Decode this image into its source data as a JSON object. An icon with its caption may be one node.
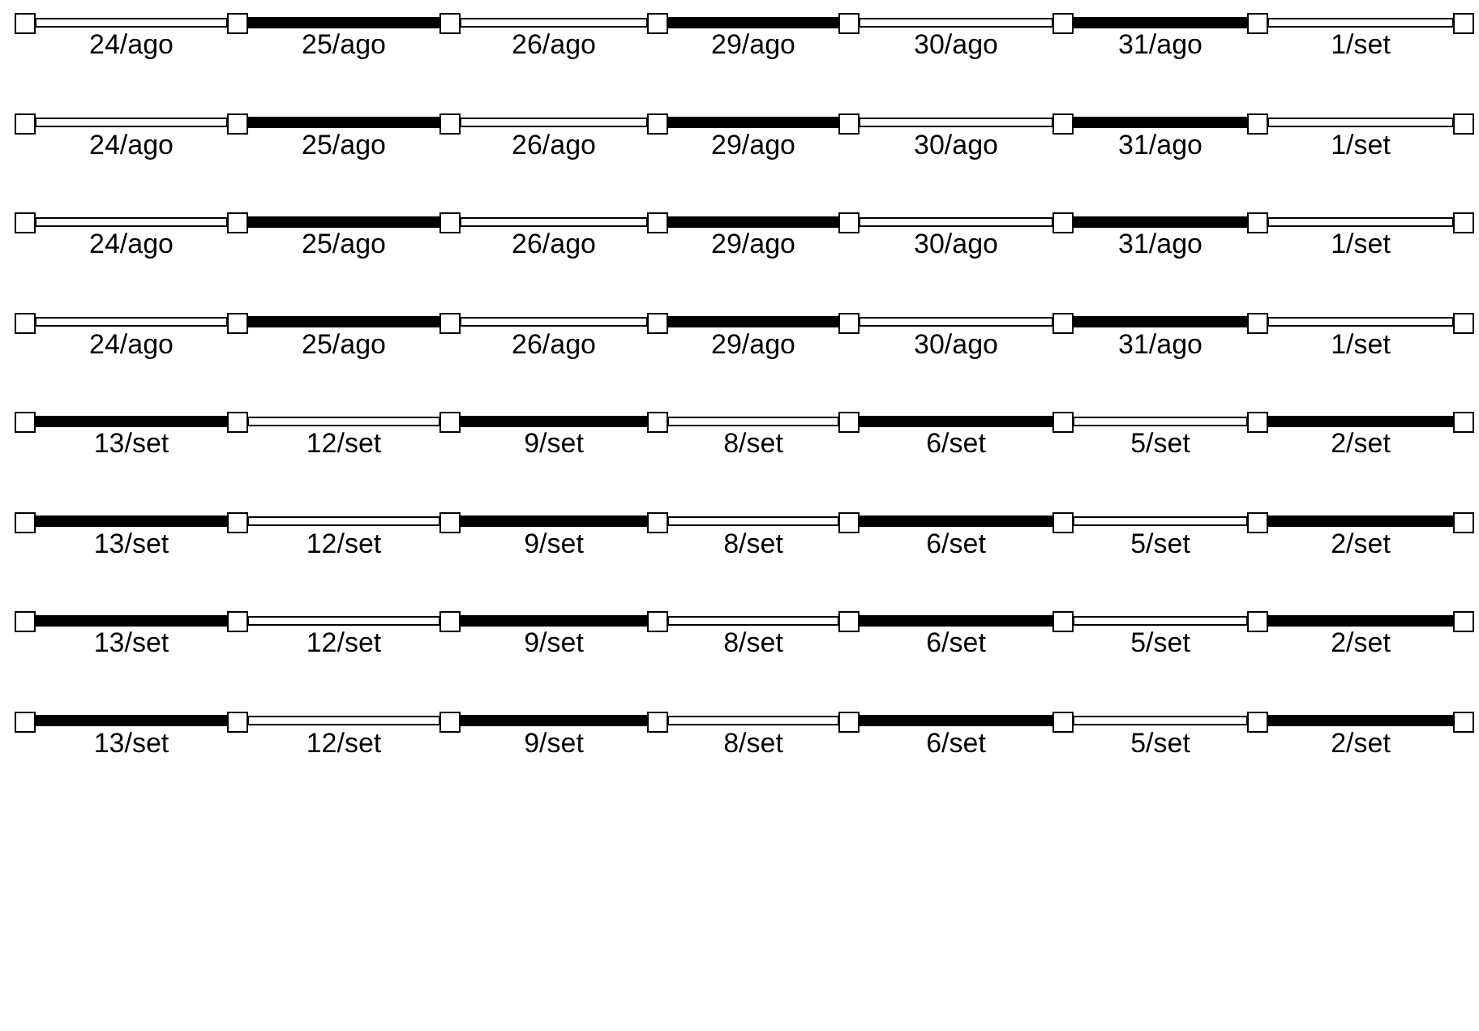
{
  "diagram": {
    "nodes": [
      {
        "text": [],
        "shape": "box"
      },
      {
        "text": [],
        "shape": "box"
      },
      {
        "text": [],
        "shape": "box"
      },
      {
        "text": [],
        "shape": "box"
      },
      {
        "text": [],
        "shape": "box"
      },
      {
        "text": [],
        "shape": "box"
      },
      {
        "text": [],
        "shape": "box"
      },
      {
        "text": [],
        "shape": "box"
      },
      {
        "text": [],
        "shape": "box"
      },
      {
        "text": [],
        "shape": "box"
      },
      {
        "text": [],
        "shape": "box"
      },
      {
        "text": [],
        "shape": "box"
      },
      {
        "text": [],
        "shape": "box"
      },
      {
        "text": [],
        "shape": "box"
      },
      {
        "text": [],
        "shape": "box"
      },
      {
        "text": [],
        "shape": "box"
      },
      {
        "text": [],
        "shape": "box"
      },
      {
        "text": [],
        "shape": "box"
      },
      {
        "text": [],
        "shape": "box"
      },
      {
        "text": [],
        "shape": "box"
      },
      {
        "text": [],
        "shape": "box"
      },
      {
        "text": [],
        "shape": "box"
      },
      {
        "text": [],
        "shape": "box"
      },
      {
        "text": [],
        "shape": "box"
      },
      {
        "text": [],
        "shape": "box"
      },
      {
        "text": [],
        "shape": "box"
      },
      {
        "text": [],
        "shape": "box"
      },
      {
        "text": [],
        "shape": "box"
      },
      {
        "text": [],
        "shape": "box"
      },
      {
        "text": [],
        "shape": "box"
      },
      {
        "text": [],
        "shape": "box"
      },
      {
        "text": [],
        "shape": "box"
      },
      {
        "text": [],
        "shape": "box"
      },
      {
        "text": [],
        "shape": "box"
      },
      {
        "text": [],
        "shape": "box"
      },
      {
        "text": [],
        "shape": "box"
      },
      {
        "text": [],
        "shape": "box"
      },
      {
        "text": [],
        "shape": "box"
      },
      {
        "text": [],
        "shape": "box"
      },
      {
        "text": [],
        "shape": "box"
      },
      {
        "text": [],
        "shape": "box"
      },
      {
        "text": [],
        "shape": "box"
      },
      {
        "text": [],
        "shape": "box"
      },
      {
        "text": [],
        "shape": "box"
      },
      {
        "text": [],
        "shape": "box"
      },
      {
        "text": [],
        "shape": "box"
      },
      {
        "text": [],
        "shape": "box"
      },
      {
        "text": [],
        "shape": "box"
      },
      {
        "text": [],
        "shape": "box"
      },
      {
        "text": [],
        "shape": "box"
      },
      {
        "text": [],
        "shape": "box"
      },
      {
        "text": [],
        "shape": "box"
      },
      {
        "text": [],
        "shape": "box"
      },
      {
        "text": [],
        "shape": "box"
      },
      {
        "text": [],
        "shape": "box"
      },
      {
        "text": [],
        "shape": "box"
      },
      {
        "text": [],
        "shape": "box"
      },
      {
        "text": [],
        "shape": "box"
      },
      {
        "text": [],
        "shape": "box"
      },
      {
        "text": [],
        "shape": "box"
      },
      {
        "text": [],
        "shape": "box"
      },
      {
        "text": [],
        "shape": "box"
      },
      {
        "text": [],
        "shape": "box"
      },
      {
        "text": [],
        "shape": "box"
      }
    ],
    "edges": [
      {
        "from": 0,
        "to": 1,
        "arrow": "none",
        "label": "24/ago"
      },
      {
        "from": 1,
        "to": 2,
        "arrow": "none",
        "label": "25/ago",
        "style": "thick"
      },
      {
        "from": 2,
        "to": 3,
        "arrow": "none",
        "label": "26/ago"
      },
      {
        "from": 3,
        "to": 4,
        "arrow": "none",
        "label": "29/ago",
        "style": "thick"
      },
      {
        "from": 4,
        "to": 5,
        "arrow": "none",
        "label": "30/ago"
      },
      {
        "from": 5,
        "to": 6,
        "arrow": "none",
        "label": "31/ago",
        "style": "thick"
      },
      {
        "from": 6,
        "to": 7,
        "arrow": "none",
        "label": "1/set"
      },
      {
        "from": 8,
        "to": 9,
        "arrow": "none",
        "label": "24/ago"
      },
      {
        "from": 9,
        "to": 10,
        "arrow": "none",
        "label": "25/ago",
        "style": "thick"
      },
      {
        "from": 10,
        "to": 11,
        "arrow": "none",
        "label": "26/ago"
      },
      {
        "from": 11,
        "to": 12,
        "arrow": "none",
        "label": "29/ago",
        "style": "thick"
      },
      {
        "from": 12,
        "to": 13,
        "arrow": "none",
        "label": "30/ago"
      },
      {
        "from": 13,
        "to": 14,
        "arrow": "none",
        "label": "31/ago",
        "style": "thick"
      },
      {
        "from": 14,
        "to": 15,
        "arrow": "none",
        "label": "1/set"
      },
      {
        "from": 16,
        "to": 17,
        "arrow": "none",
        "label": "24/ago"
      },
      {
        "from": 17,
        "to": 18,
        "arrow": "none",
        "label": "25/ago",
        "style": "thick"
      },
      {
        "from": 18,
        "to": 19,
        "arrow": "none",
        "label": "26/ago"
      },
      {
        "from": 19,
        "to": 20,
        "arrow": "none",
        "label": "29/ago",
        "style": "thick"
      },
      {
        "from": 20,
        "to": 21,
        "arrow": "none",
        "label": "30/ago"
      },
      {
        "from": 21,
        "to": 22,
        "arrow": "none",
        "label": "31/ago",
        "style": "thick"
      },
      {
        "from": 22,
        "to": 23,
        "arrow": "none",
        "label": "1/set"
      },
      {
        "from": 24,
        "to": 25,
        "arrow": "none",
        "label": "24/ago"
      },
      {
        "from": 25,
        "to": 26,
        "arrow": "none",
        "label": "25/ago",
        "style": "thick"
      },
      {
        "from": 26,
        "to": 27,
        "arrow": "none",
        "label": "26/ago"
      },
      {
        "from": 27,
        "to": 28,
        "arrow": "none",
        "label": "29/ago",
        "style": "thick"
      },
      {
        "from": 28,
        "to": 29,
        "arrow": "none",
        "label": "30/ago"
      },
      {
        "from": 29,
        "to": 30,
        "arrow": "none",
        "label": "31/ago",
        "style": "thick"
      },
      {
        "from": 30,
        "to": 31,
        "arrow": "none",
        "label": "1/set"
      },
      {
        "from": 32,
        "to": 33,
        "arrow": "none",
        "label": "13/set",
        "style": "thick"
      },
      {
        "from": 33,
        "to": 34,
        "arrow": "none",
        "label": "12/set"
      },
      {
        "from": 34,
        "to": 35,
        "arrow": "none",
        "label": "9/set",
        "style": "thick"
      },
      {
        "from": 35,
        "to": 36,
        "arrow": "none",
        "label": "8/set"
      },
      {
        "from": 36,
        "to": 37,
        "arrow": "none",
        "label": "6/set",
        "style": "thick"
      },
      {
        "from": 37,
        "to": 38,
        "arrow": "none",
        "label": "5/set"
      },
      {
        "from": 38,
        "to": 39,
        "arrow": "none",
        "label": "2/set",
        "style": "thick"
      },
      {
        "from": 40,
        "to": 41,
        "arrow": "none",
        "label": "13/set",
        "style": "thick"
      },
      {
        "from": 41,
        "to": 42,
        "arrow": "none",
        "label": "12/set"
      },
      {
        "from": 42,
        "to": 43,
        "arrow": "none",
        "label": "9/set",
        "style": "thick"
      },
      {
        "from": 43,
        "to": 44,
        "arrow": "none",
        "label": "8/set"
      },
      {
        "from": 44,
        "to": 45,
        "arrow": "none",
        "label": "6/set",
        "style": "thick"
      },
      {
        "from": 45,
        "to": 46,
        "arrow": "none",
        "label": "5/set"
      },
      {
        "from": 46,
        "to": 47,
        "arrow": "none",
        "label": "2/set",
        "style": "thick"
      },
      {
        "from": 48,
        "to": 49,
        "arrow": "none",
        "label": "13/set",
        "style": "thick"
      },
      {
        "from": 49,
        "to": 50,
        "arrow": "none",
        "label": "12/set"
      },
      {
        "from": 50,
        "to": 51,
        "arrow": "none",
        "label": "9/set",
        "style": "thick"
      },
      {
        "from": 51,
        "to": 52,
        "arrow": "none",
        "label": "8/set"
      },
      {
        "from": 52,
        "to": 53,
        "arrow": "none",
        "label": "6/set",
        "style": "thick"
      },
      {
        "from": 53,
        "to": 54,
        "arrow": "none",
        "label": "5/set"
      },
      {
        "from": 54,
        "to": 55,
        "arrow": "none",
        "label": "2/set",
        "style": "thick"
      },
      {
        "from": 56,
        "to": 57,
        "arrow": "none",
        "label": "13/set",
        "style": "thick"
      },
      {
        "from": 57,
        "to": 58,
        "arrow": "none",
        "label": "12/set"
      },
      {
        "from": 58,
        "to": 59,
        "arrow": "none",
        "label": "9/set",
        "style": "thick"
      },
      {
        "from": 59,
        "to": 60,
        "arrow": "none",
        "label": "8/set"
      },
      {
        "from": 60,
        "to": 61,
        "arrow": "none",
        "label": "6/set",
        "style": "thick"
      },
      {
        "from": 61,
        "to": 62,
        "arrow": "none",
        "label": "5/set"
      },
      {
        "from": 62,
        "to": 63,
        "arrow": "none",
        "label": "2/set",
        "style": "thick"
      }
    ]
  }
}
